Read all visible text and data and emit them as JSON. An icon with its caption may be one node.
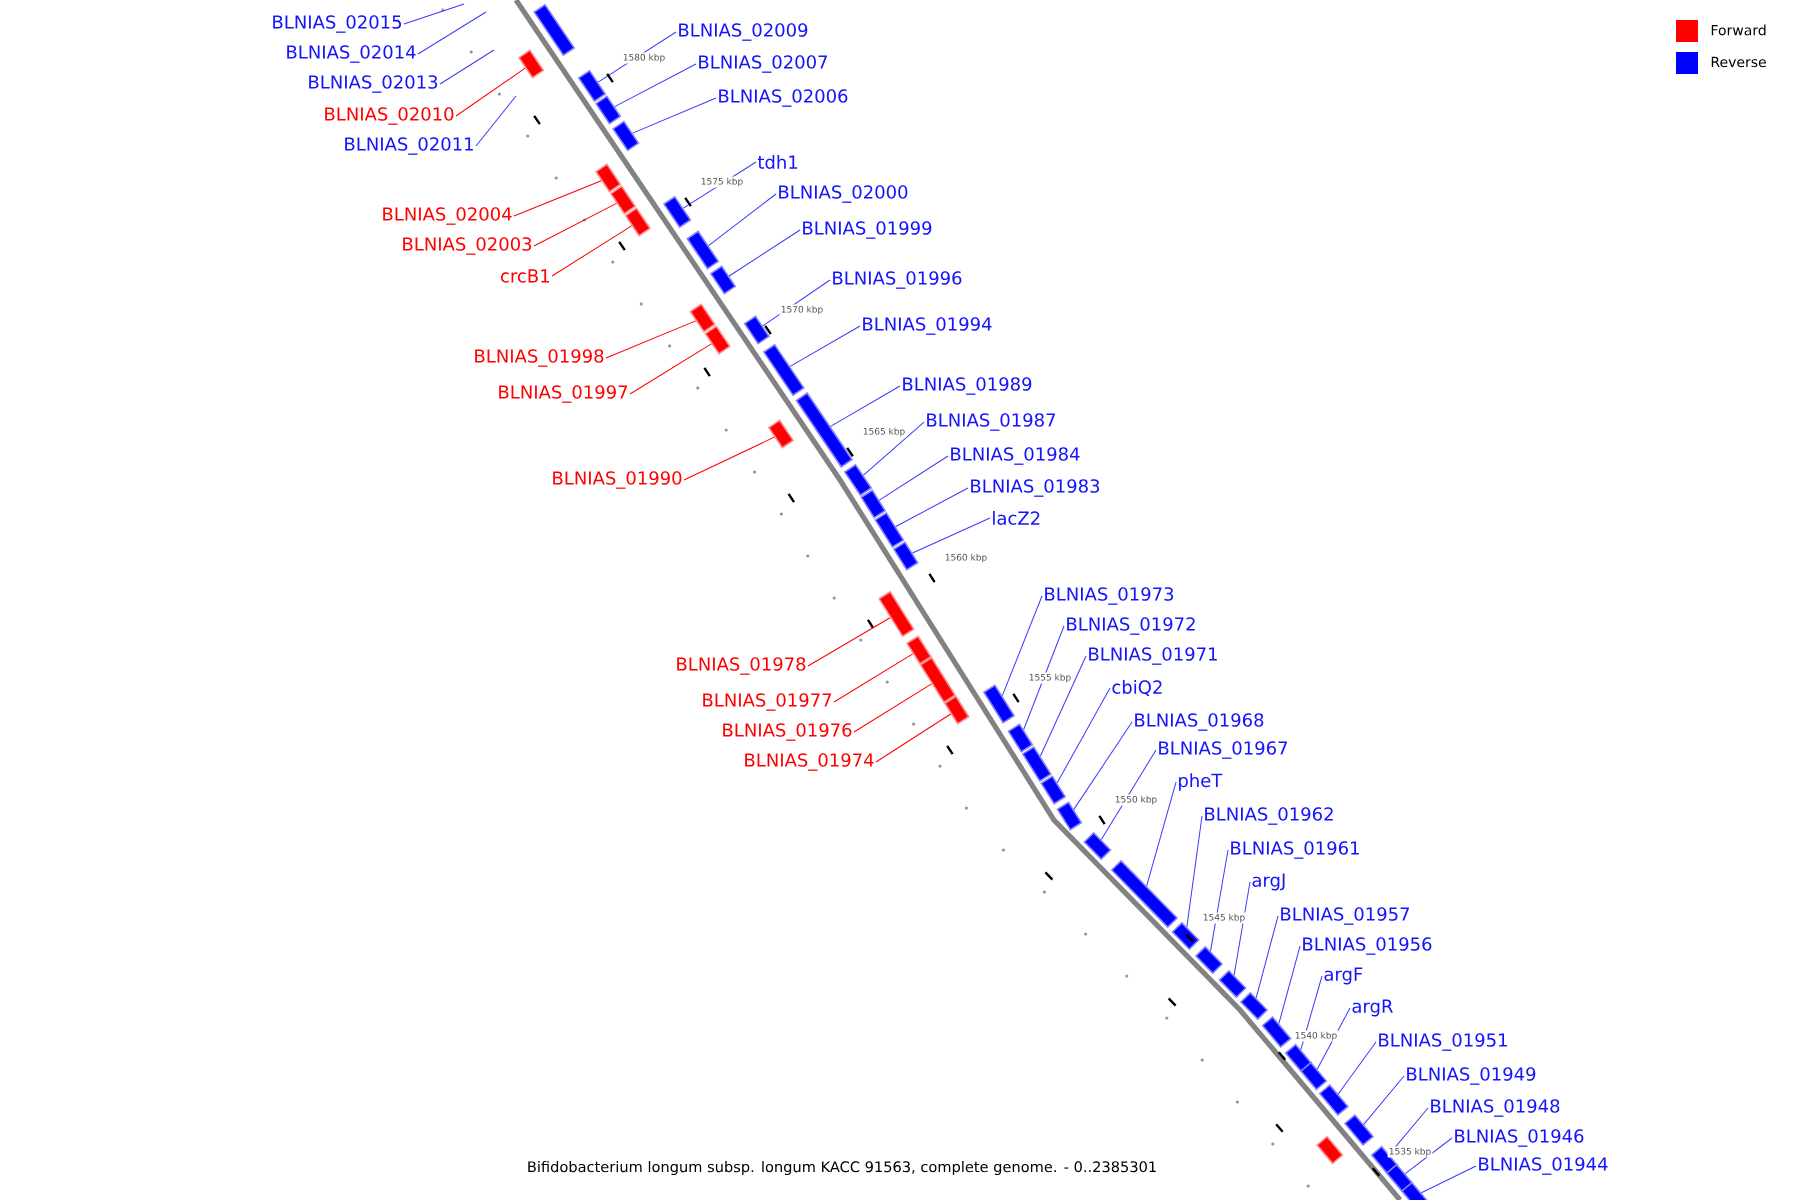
{
  "diagram": {
    "caption": "Bifidobacterium longum subsp. longum KACC 91563, complete genome. - 0..2385301",
    "nodes": [
      {
        "text": [
          "BLNIAS_02015"
        ]
      },
      {
        "text": [
          "BLNIAS_02009"
        ]
      },
      {
        "text": [],
        "shape": "box"
      },
      {
        "text": [
          "BLNIAS_02014"
        ]
      },
      {
        "text": [
          "BLNIAS_02007"
        ]
      },
      {
        "text": [],
        "shape": "box"
      },
      {
        "text": [
          "BLNIAS_02013"
        ]
      },
      {
        "text": [
          "BLNIAS_02010"
        ]
      },
      {
        "text": [],
        "shape": "box"
      },
      {
        "text": [
          "BLNIAS_02006"
        ]
      },
      {
        "text": [],
        "shape": "box"
      },
      {
        "text": [
          "BLNIAS_02011"
        ]
      },
      {
        "text": [
          "tdh1"
        ]
      },
      {
        "text": [],
        "shape": "box"
      },
      {
        "text": [
          "BLNIAS_02000"
        ]
      },
      {
        "text": [],
        "shape": "box"
      },
      {
        "text": [
          "BLNIAS_02004"
        ]
      },
      {
        "text": [],
        "shape": "box"
      },
      {
        "text": [
          "BLNIAS_02003"
        ]
      },
      {
        "text": [],
        "shape": "box"
      },
      {
        "text": [
          "BLNIAS_01999"
        ]
      },
      {
        "text": [],
        "shape": "box"
      },
      {
        "text": [
          "crcB1"
        ]
      },
      {
        "text": [],
        "shape": "box"
      },
      {
        "text": [
          "BLNIAS_01996"
        ]
      },
      {
        "text": [],
        "shape": "box"
      },
      {
        "text": [
          "BLNIAS_01994"
        ]
      },
      {
        "text": [],
        "shape": "box"
      },
      {
        "text": [
          "BLNIAS_01998"
        ]
      },
      {
        "text": [],
        "shape": "box"
      },
      {
        "text": [
          "BLNIAS_01997"
        ]
      },
      {
        "text": [],
        "shape": "box"
      },
      {
        "text": [
          "BLNIAS_01989"
        ]
      },
      {
        "text": [],
        "shape": "box"
      },
      {
        "text": [
          "BLNIAS_01987"
        ]
      },
      {
        "text": [],
        "shape": "box"
      },
      {
        "text": [
          "BLNIAS_01984"
        ]
      },
      {
        "text": [],
        "shape": "box"
      },
      {
        "text": [
          "BLNIAS_01990"
        ]
      },
      {
        "text": [],
        "shape": "box"
      },
      {
        "text": [
          "BLNIAS_01983"
        ]
      },
      {
        "text": [],
        "shape": "box"
      },
      {
        "text": [
          "lacZ2"
        ]
      },
      {
        "text": [],
        "shape": "box"
      },
      {
        "text": [
          "BLNIAS_01973"
        ]
      },
      {
        "text": [],
        "shape": "box"
      },
      {
        "text": [
          "BLNIAS_01972"
        ]
      },
      {
        "text": [],
        "shape": "box"
      },
      {
        "text": [
          "BLNIAS_01971"
        ]
      },
      {
        "text": [],
        "shape": "box"
      },
      {
        "text": [
          "BLNIAS_01978"
        ]
      },
      {
        "text": [],
        "shape": "box"
      },
      {
        "text": [
          "cbiQ2"
        ]
      },
      {
        "text": [],
        "shape": "box"
      },
      {
        "text": [
          "BLNIAS_01977"
        ]
      },
      {
        "text": [],
        "shape": "box"
      },
      {
        "text": [
          "BLNIAS_01968"
        ]
      },
      {
        "text": [],
        "shape": "box"
      },
      {
        "text": [
          "BLNIAS_01976"
        ]
      },
      {
        "text": [],
        "shape": "box"
      },
      {
        "text": [
          "BLNIAS_01967"
        ]
      },
      {
        "text": [],
        "shape": "box"
      },
      {
        "text": [
          "BLNIAS_01974"
        ]
      },
      {
        "text": [],
        "shape": "box"
      },
      {
        "text": [
          "pheT"
        ]
      },
      {
        "text": [],
        "shape": "box"
      },
      {
        "text": [
          "BLNIAS_01962"
        ]
      },
      {
        "text": [],
        "shape": "box"
      },
      {
        "text": [
          "BLNIAS_01961"
        ]
      },
      {
        "text": [],
        "shape": "box"
      },
      {
        "text": [
          "argJ"
        ]
      },
      {
        "text": [],
        "shape": "box"
      },
      {
        "text": [
          "BLNIAS_01957"
        ]
      },
      {
        "text": [],
        "shape": "box"
      },
      {
        "text": [
          "BLNIAS_01956"
        ]
      },
      {
        "text": [],
        "shape": "box"
      },
      {
        "text": [
          "argF"
        ]
      },
      {
        "text": [],
        "shape": "box"
      },
      {
        "text": [
          "argR"
        ]
      },
      {
        "text": [],
        "shape": "box"
      },
      {
        "text": [
          "BLNIAS_01951"
        ]
      },
      {
        "text": [],
        "shape": "box"
      },
      {
        "text": [
          "BLNIAS_01949"
        ]
      },
      {
        "text": [],
        "shape": "box"
      },
      {
        "text": [
          "BLNIAS_01948"
        ]
      },
      {
        "text": [],
        "shape": "box"
      },
      {
        "text": [
          "BLNIAS_01946"
        ]
      },
      {
        "text": [],
        "shape": "box"
      },
      {
        "text": [
          "BLNIAS_01944"
        ]
      },
      {
        "text": [],
        "shape": "box"
      },
      {
        "text": [],
        "shape": "box"
      },
      {
        "text": [],
        "shape": "box"
      }
    ],
    "edges": [
      {
        "from": 0,
        "to": null,
        "arrow": "none"
      },
      {
        "from": 1,
        "to": 2,
        "arrow": "none"
      },
      {
        "from": 3,
        "to": null,
        "arrow": "none"
      },
      {
        "from": 4,
        "to": 5,
        "arrow": "none"
      },
      {
        "from": 6,
        "to": null,
        "arrow": "none"
      },
      {
        "from": 7,
        "to": 8,
        "arrow": "none",
        "color": "#ff0000"
      },
      {
        "from": 9,
        "to": 10,
        "arrow": "none"
      },
      {
        "from": 11,
        "to": null,
        "arrow": "none"
      },
      {
        "from": 12,
        "to": 13,
        "arrow": "none"
      },
      {
        "from": 14,
        "to": 15,
        "arrow": "none"
      },
      {
        "from": 16,
        "to": 17,
        "arrow": "none",
        "color": "#ff0000"
      },
      {
        "from": 18,
        "to": 19,
        "arrow": "none",
        "color": "#ff0000"
      },
      {
        "from": 20,
        "to": 21,
        "arrow": "none"
      },
      {
        "from": 22,
        "to": 23,
        "arrow": "none",
        "color": "#ff0000"
      },
      {
        "from": 24,
        "to": 25,
        "arrow": "none"
      },
      {
        "from": 26,
        "to": 27,
        "arrow": "none"
      },
      {
        "from": 28,
        "to": 29,
        "arrow": "none",
        "color": "#ff0000"
      },
      {
        "from": 30,
        "to": 31,
        "arrow": "none",
        "color": "#ff0000"
      },
      {
        "from": 32,
        "to": 33,
        "arrow": "none"
      },
      {
        "from": 34,
        "to": 35,
        "arrow": "none"
      },
      {
        "from": 36,
        "to": 37,
        "arrow": "none"
      },
      {
        "from": 38,
        "to": 39,
        "arrow": "none",
        "color": "#ff0000"
      },
      {
        "from": 40,
        "to": 41,
        "arrow": "none"
      },
      {
        "from": 42,
        "to": 43,
        "arrow": "none"
      },
      {
        "from": 44,
        "to": 45,
        "arrow": "none"
      },
      {
        "from": 46,
        "to": 47,
        "arrow": "none"
      },
      {
        "from": 48,
        "to": 49,
        "arrow": "none"
      },
      {
        "from": 50,
        "to": 51,
        "arrow": "none",
        "color": "#ff0000"
      },
      {
        "from": 52,
        "to": 53,
        "arrow": "none"
      },
      {
        "from": 54,
        "to": 55,
        "arrow": "none",
        "color": "#ff0000"
      },
      {
        "from": 56,
        "to": 57,
        "arrow": "none"
      },
      {
        "from": 58,
        "to": 59,
        "arrow": "none",
        "color": "#ff0000"
      },
      {
        "from": 60,
        "to": 61,
        "arrow": "none"
      },
      {
        "from": 62,
        "to": 63,
        "arrow": "none",
        "color": "#ff0000"
      },
      {
        "from": 64,
        "to": 65,
        "arrow": "none"
      },
      {
        "from": 66,
        "to": 67,
        "arrow": "none"
      },
      {
        "from": 68,
        "to": 69,
        "arrow": "none"
      },
      {
        "from": 70,
        "to": 71,
        "arrow": "none"
      },
      {
        "from": 72,
        "to": 73,
        "arrow": "none"
      },
      {
        "from": 74,
        "to": 75,
        "arrow": "none"
      },
      {
        "from": 76,
        "to": 77,
        "arrow": "none"
      },
      {
        "from": 78,
        "to": 79,
        "arrow": "none"
      },
      {
        "from": 80,
        "to": 81,
        "arrow": "none"
      },
      {
        "from": 82,
        "to": 83,
        "arrow": "none"
      },
      {
        "from": 84,
        "to": 85,
        "arrow": "none"
      },
      {
        "from": 86,
        "to": 87,
        "arrow": "none"
      },
      {
        "from": 88,
        "to": 89,
        "arrow": "none"
      }
    ],
    "labels": [
      "1580 kbp",
      "1575 kbp",
      "1570 kbp",
      "1565 kbp",
      "1560 kbp",
      "1555 kbp",
      "1550 kbp",
      "1545 kbp",
      "1540 kbp",
      "1535 kbp"
    ],
    "legend": [
      {
        "text": "Forward",
        "color": "#ff0000"
      },
      {
        "text": "Reverse",
        "color": "#0000ff"
      }
    ]
  }
}
